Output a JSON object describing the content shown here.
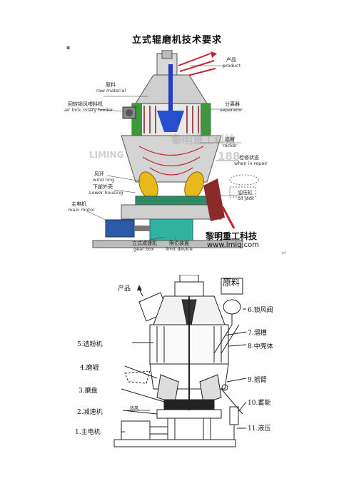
{
  "title": "立式辊磨机技术要求",
  "figure1": {
    "labels": {
      "product_cn": "产品",
      "product_en": "product",
      "raw_cn": "原料",
      "raw_en": "raw material",
      "feeder_cn": "回转锁风喂料机",
      "feeder_en": "air lock rotary feeder",
      "separator_cn": "分离器",
      "separator_en": "separator",
      "rocker_cn": "摇臂",
      "rocker_en": "rocker",
      "repair_cn": "检修状态",
      "repair_en": "when in repair",
      "ring_cn": "风环",
      "ring_en": "wind ring",
      "housing_cn": "下部外壳",
      "housing_en": "Lower housing",
      "jack_cn": "油压缸",
      "jack_en": "oil jack",
      "motor_cn": "主电机",
      "motor_en": "main motor",
      "gearbox_cn": "立式减速机",
      "gearbox_en": "gear box",
      "limit_cn": "限位装置",
      "limit_en": "limit device"
    },
    "watermark": {
      "brand_cn": "黎明重工科技",
      "brand_en": "LIMING",
      "phone": "188"
    },
    "brand_cn": "黎明重工科技",
    "brand_url": "www.lmlq.com"
  },
  "figure2": {
    "labels": {
      "product": "产品",
      "raw": "原料",
      "l1": "1.主电机",
      "l2": "2.减速机",
      "l3": "3.磨盘",
      "l4": "4.磨辊",
      "l5": "5.选粉机",
      "l6": "6.锁风阀",
      "l7": "7.溜槽",
      "l8": "8.中壳体",
      "l9": "9.摇臂",
      "l10": "10.蓄能",
      "l11": "11.液压",
      "hot_air": "热风"
    }
  }
}
